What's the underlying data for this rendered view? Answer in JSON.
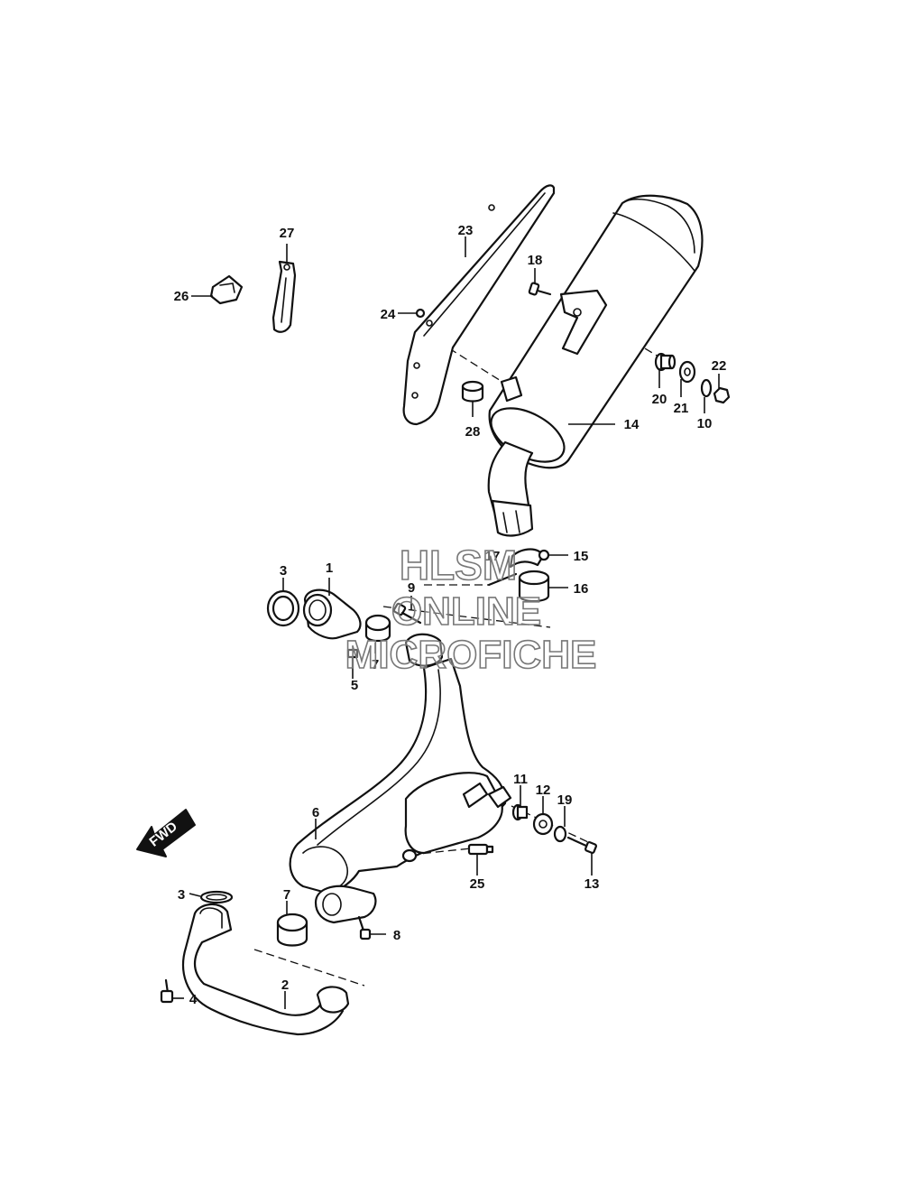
{
  "diagram": {
    "callouts": [
      {
        "id": "c1",
        "label": "1"
      },
      {
        "id": "c2",
        "label": "2"
      },
      {
        "id": "c3a",
        "label": "3"
      },
      {
        "id": "c3b",
        "label": "3"
      },
      {
        "id": "c4",
        "label": "4"
      },
      {
        "id": "c5",
        "label": "5"
      },
      {
        "id": "c6",
        "label": "6"
      },
      {
        "id": "c7a",
        "label": "7"
      },
      {
        "id": "c7b",
        "label": "7"
      },
      {
        "id": "c8",
        "label": "8"
      },
      {
        "id": "c9",
        "label": "9"
      },
      {
        "id": "c10",
        "label": "10"
      },
      {
        "id": "c11",
        "label": "11"
      },
      {
        "id": "c12",
        "label": "12"
      },
      {
        "id": "c13",
        "label": "13"
      },
      {
        "id": "c14",
        "label": "14"
      },
      {
        "id": "c15",
        "label": "15"
      },
      {
        "id": "c16",
        "label": "16"
      },
      {
        "id": "c17",
        "label": "17"
      },
      {
        "id": "c18",
        "label": "18"
      },
      {
        "id": "c19",
        "label": "19"
      },
      {
        "id": "c20",
        "label": "20"
      },
      {
        "id": "c21",
        "label": "21"
      },
      {
        "id": "c22",
        "label": "22"
      },
      {
        "id": "c23",
        "label": "23"
      },
      {
        "id": "c24",
        "label": "24"
      },
      {
        "id": "c25",
        "label": "25"
      },
      {
        "id": "c26",
        "label": "26"
      },
      {
        "id": "c27",
        "label": "27"
      },
      {
        "id": "c28",
        "label": "28"
      }
    ],
    "fwd_label": "FWD"
  },
  "watermark": {
    "line1": "HLSM",
    "line2": "ONLINE",
    "line3": "MICROFICHE"
  }
}
